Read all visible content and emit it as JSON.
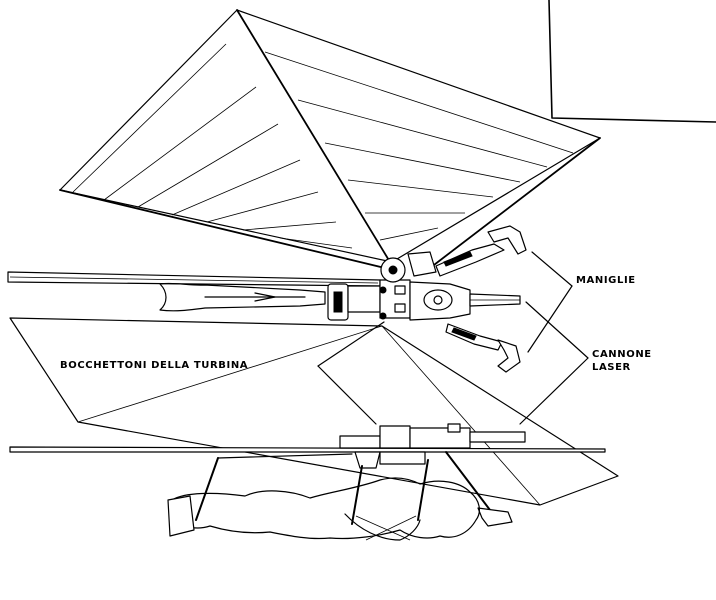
{
  "labels": {
    "handles": "MANIGLIE",
    "laser_line1": "CANNONE",
    "laser_line2": "LASER",
    "nozzles": "BOCCHETTONI DELLA TURBINA"
  }
}
